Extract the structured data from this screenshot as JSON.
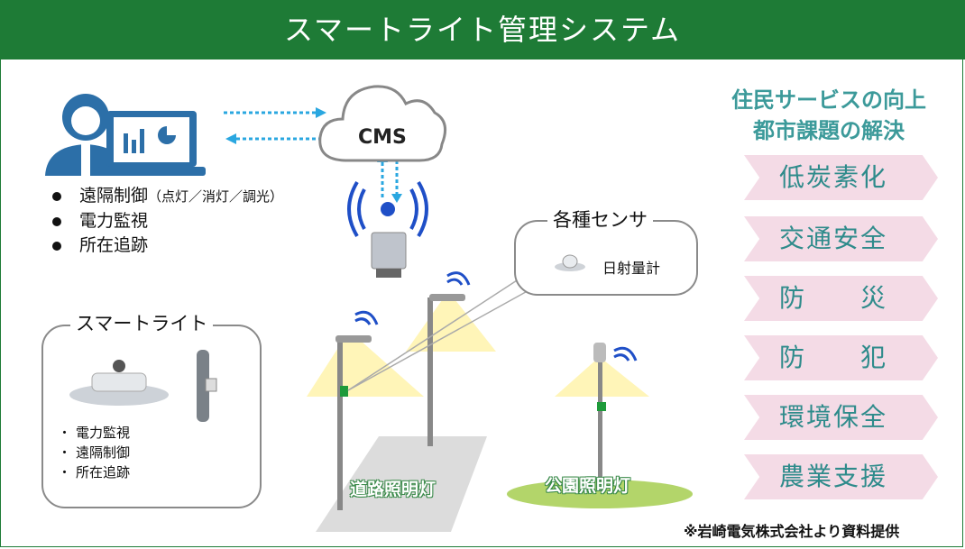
{
  "header": {
    "title": "スマートライト管理システム"
  },
  "cloud": {
    "label": "CMS"
  },
  "management_functions": [
    "遠隔制御",
    "電力監視",
    "所在追跡"
  ],
  "management_note": "（点灯／消灯／調光）",
  "sensor_box": {
    "title": "各種センサ",
    "item": "日射量計"
  },
  "smart_light_box": {
    "title": "スマートライト",
    "items": [
      "電力監視",
      "遠隔制御",
      "所在追跡"
    ]
  },
  "lamps": {
    "road_label": "道路照明灯",
    "park_label": "公園照明灯"
  },
  "goals": {
    "heading": [
      "住民サービスの向上",
      "都市課題の解決"
    ],
    "items": [
      "低炭素化",
      "交通安全",
      "防　　災",
      "防　　犯",
      "環境保全",
      "農業支援"
    ]
  },
  "credit": "※岩崎電気株式会社より資料提供",
  "colors": {
    "header": "#1e7b36",
    "goal_text": "#2e8b8b",
    "goal_bg": "#f4dbe6",
    "arrow": "#2aa7e0"
  }
}
